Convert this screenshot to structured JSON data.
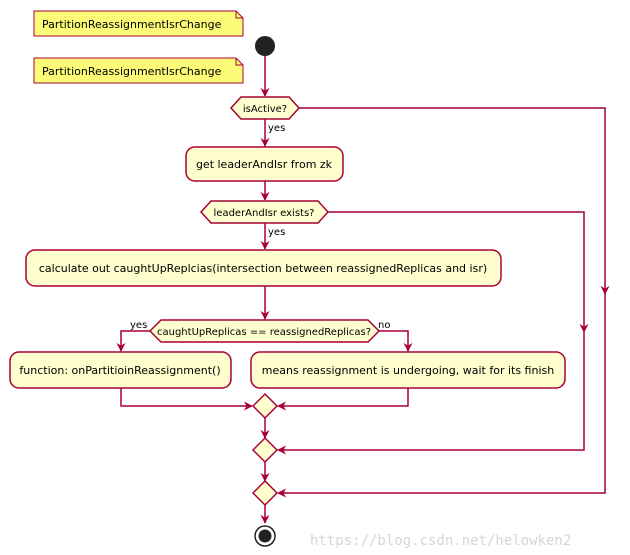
{
  "notes": [
    "PartitionReassignmentIsrChange",
    "PartitionReassignmentIsrChange"
  ],
  "decisions": {
    "is_active": "isActive?",
    "leader_exists": "leaderAndIsr exists?",
    "caught_up": "caughtUpReplicas == reassignedReplicas?"
  },
  "actions": {
    "get_leader": "get leaderAndIsr from zk",
    "calculate": "calculate out caughtUpReplcias(intersection between reassignedReplicas and isr)",
    "on_reassignment": "function: onPartitioinReassignment()",
    "undergoing": "means reassignment is undergoing, wait for its finish"
  },
  "branch_labels": {
    "yes": "yes",
    "no": "no"
  },
  "watermark": "https://blog.csdn.net/helowken2",
  "colors": {
    "line": "#a80036",
    "fill": "#fefece",
    "note_fill": "#fbfb77"
  }
}
